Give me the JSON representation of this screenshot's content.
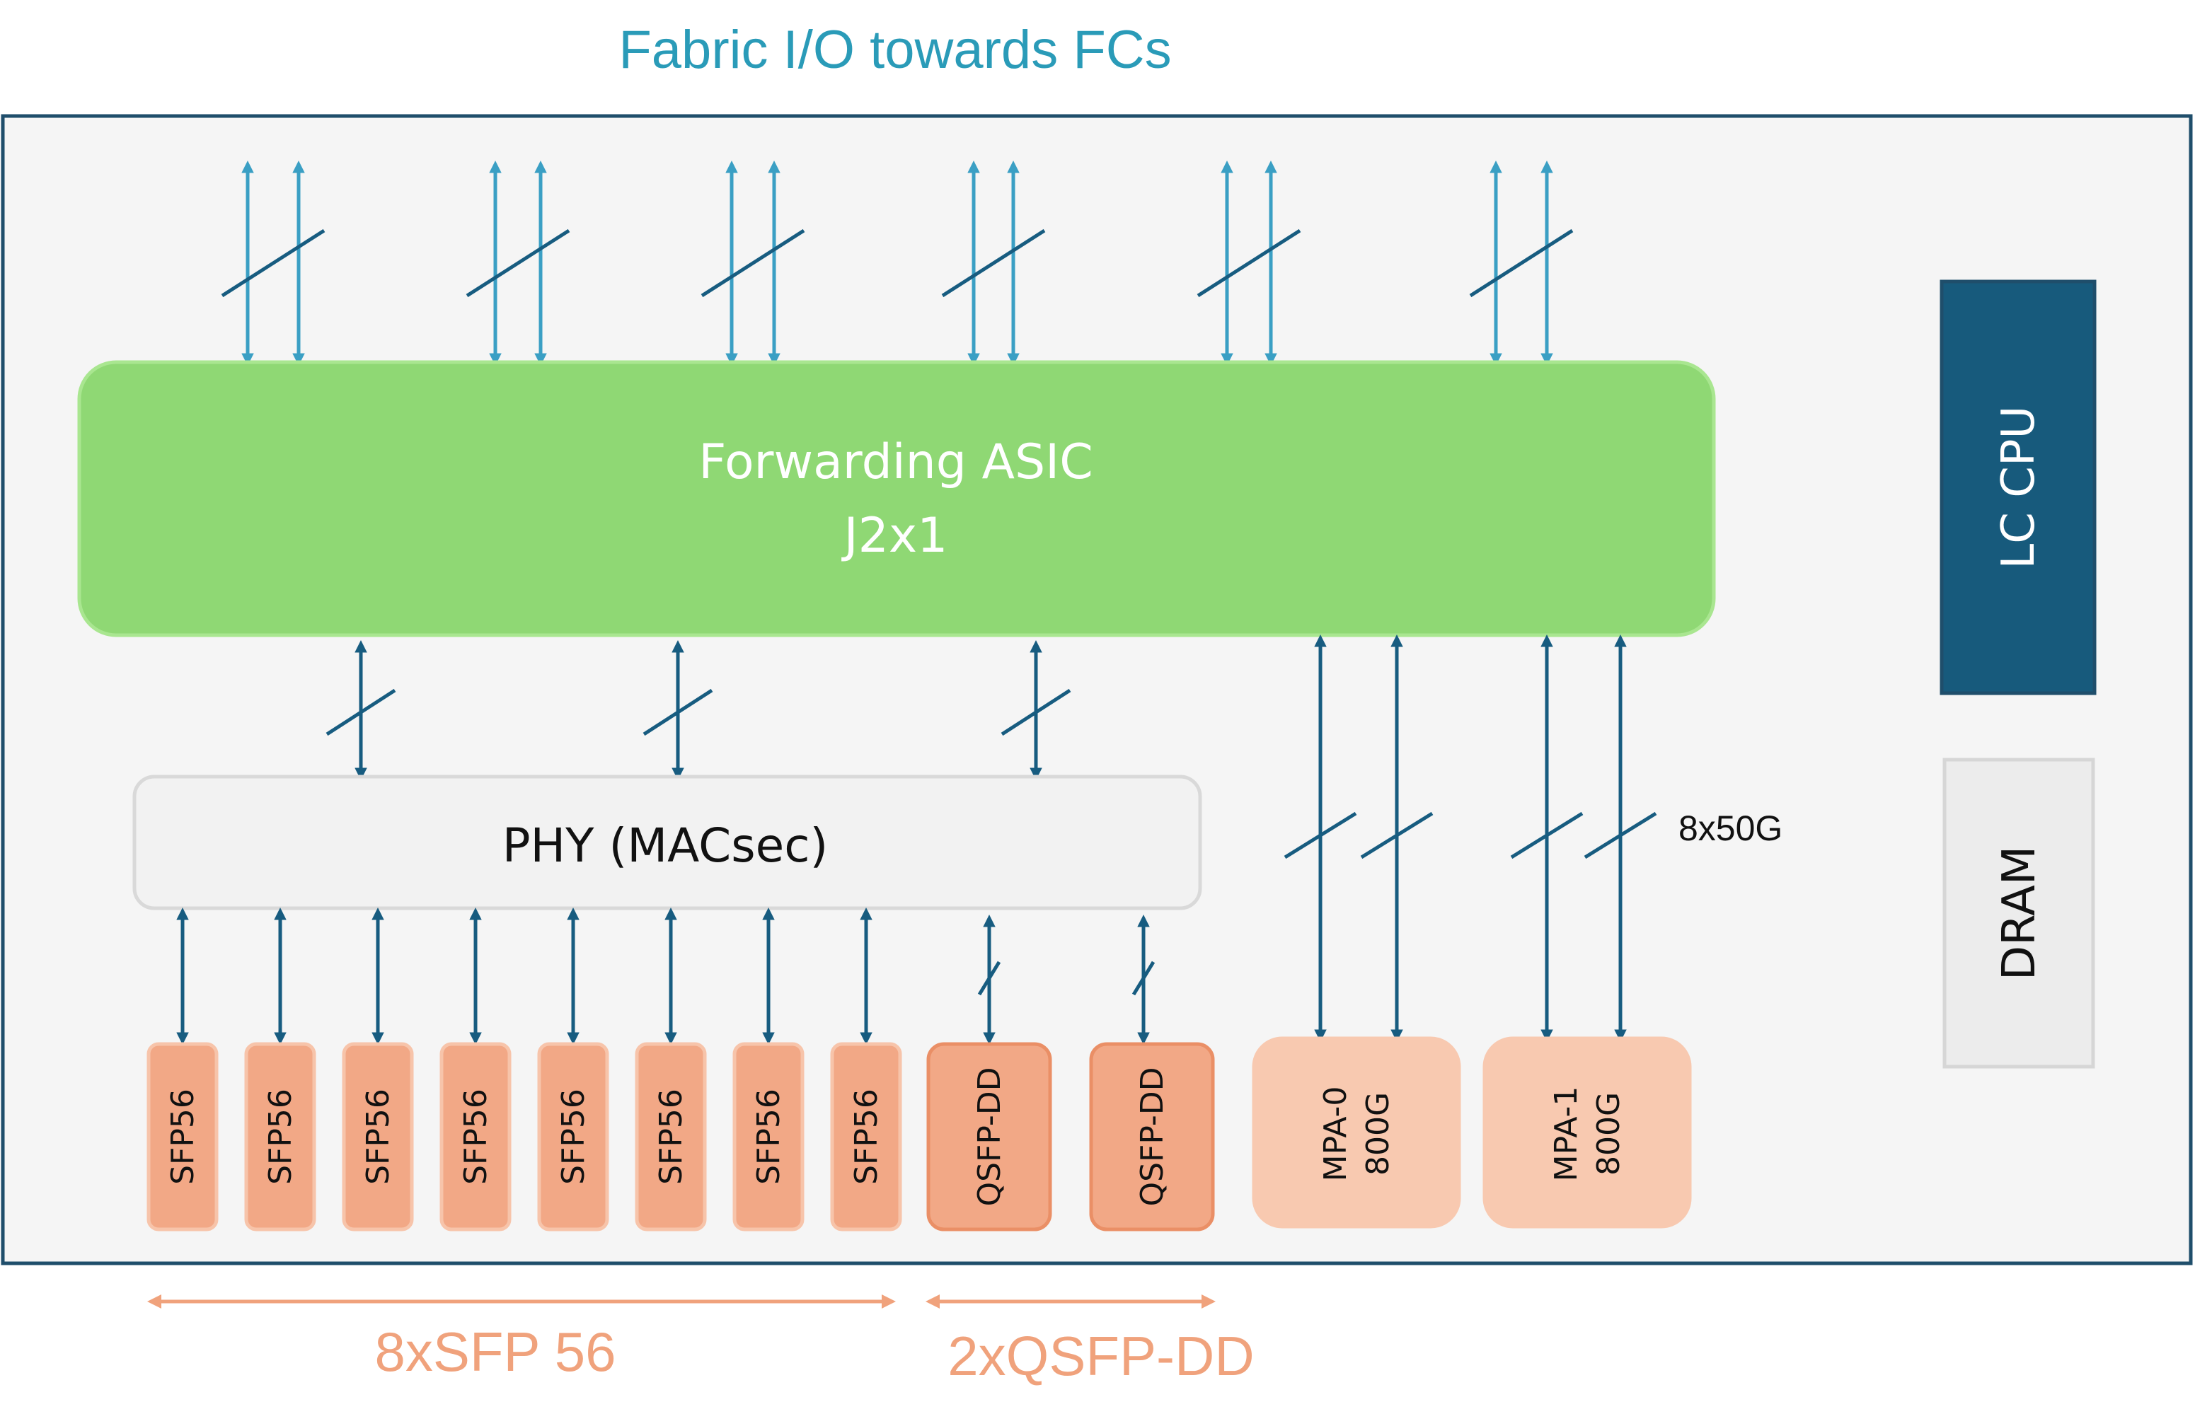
{
  "title": "Fabric I/O towards FCs",
  "asic": {
    "line1": "Forwarding ASIC",
    "line2": "J2x1"
  },
  "phy": {
    "label": "PHY (MACsec)"
  },
  "cpu": {
    "label": "LC CPU"
  },
  "dram": {
    "label": "DRAM"
  },
  "link_label": "8x50G",
  "sfp_ports": [
    "SFP56",
    "SFP56",
    "SFP56",
    "SFP56",
    "SFP56",
    "SFP56",
    "SFP56",
    "SFP56"
  ],
  "qsfp_ports": [
    "QSFP-DD",
    "QSFP-DD"
  ],
  "mpa_modules": [
    {
      "line1": "MPA-0",
      "line2": "800G"
    },
    {
      "line1": "MPA-1",
      "line2": "800G"
    }
  ],
  "groups": {
    "sfp": "8xSFP 56",
    "qsfp": "2xQSFP-DD"
  },
  "colors": {
    "title": "#2a9bb8",
    "fabric_arrow": "#3a9fc4",
    "dark_arrow": "#175c80",
    "asic_fill": "#8fd874",
    "cpu_fill": "#175a7c",
    "port_fill": "#f2a886",
    "mpa_fill": "#f8c9b0",
    "group": "#f0a27c",
    "frame": "#1f4e6b"
  }
}
